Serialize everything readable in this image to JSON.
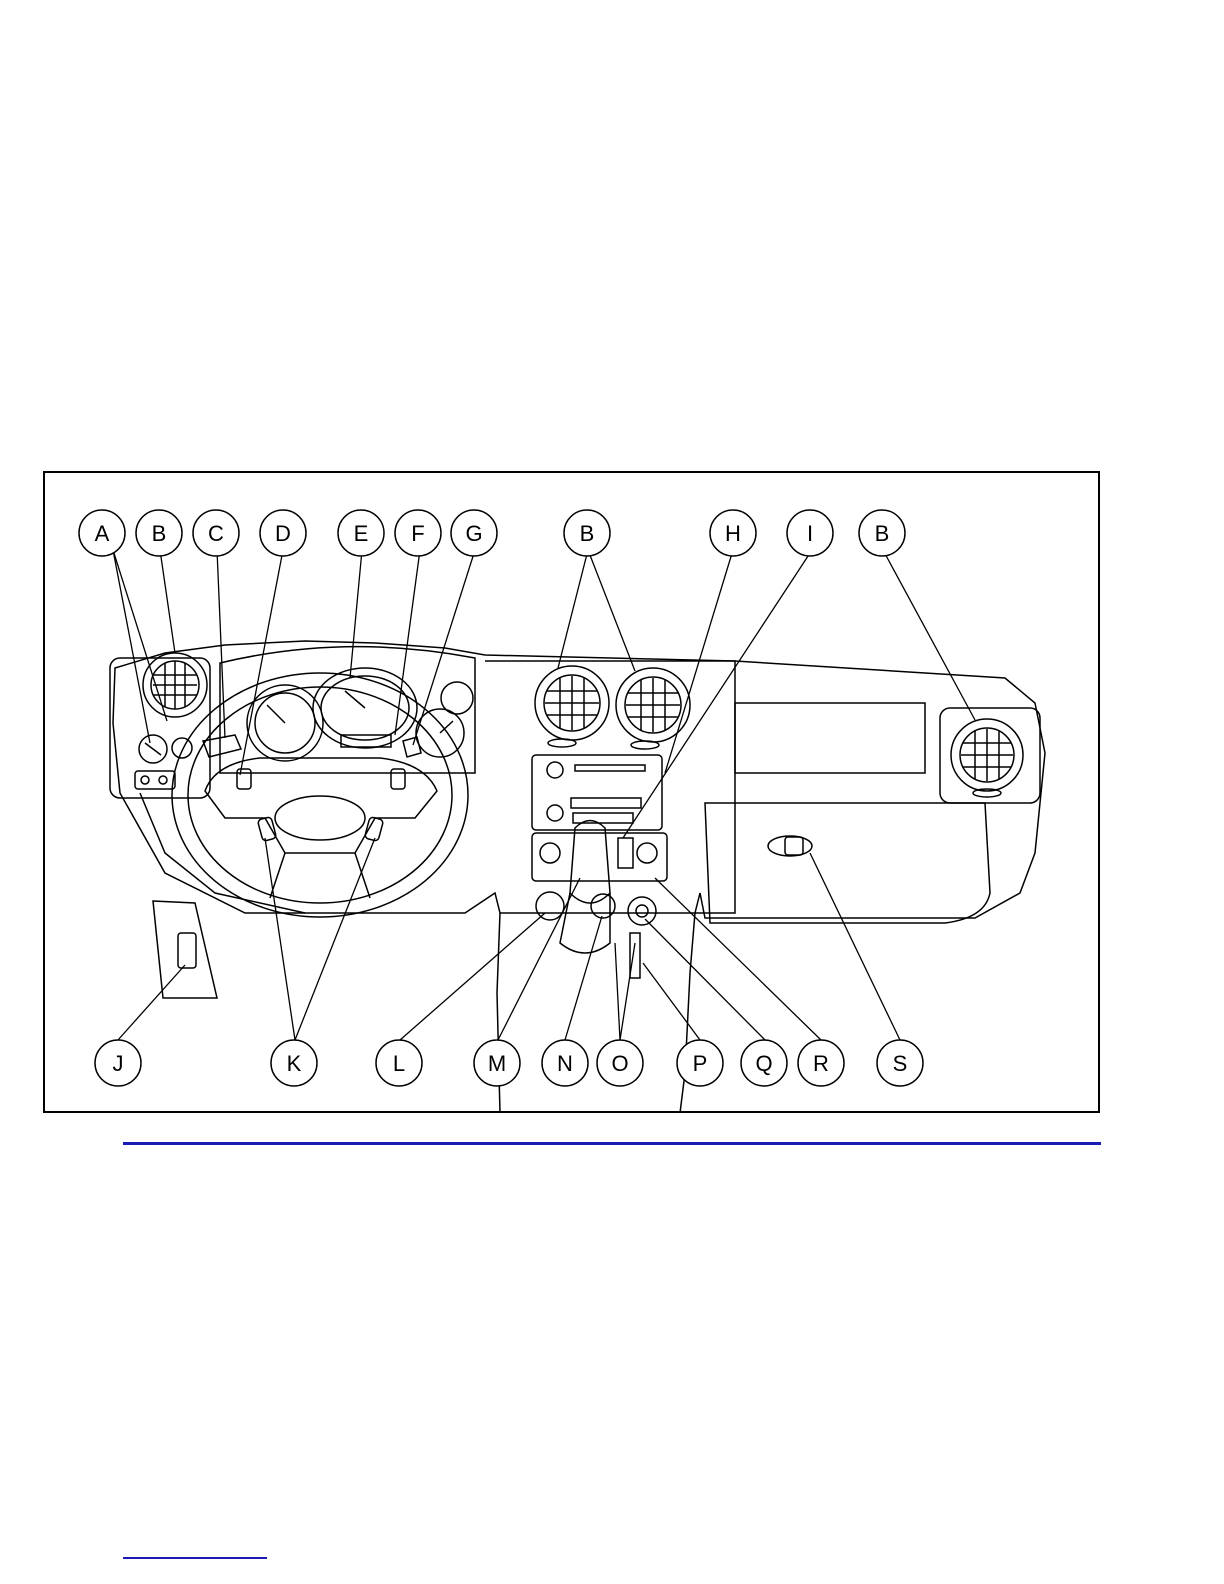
{
  "figure": {
    "callouts_top": [
      "A",
      "B",
      "C",
      "D",
      "E",
      "F",
      "G",
      "B",
      "H",
      "I",
      "B"
    ],
    "callouts_bottom": [
      "J",
      "K",
      "L",
      "M",
      "N",
      "O",
      "P",
      "Q",
      "R",
      "S"
    ]
  },
  "colors": {
    "rule": "#1b1bb3",
    "frame": "#000000"
  }
}
